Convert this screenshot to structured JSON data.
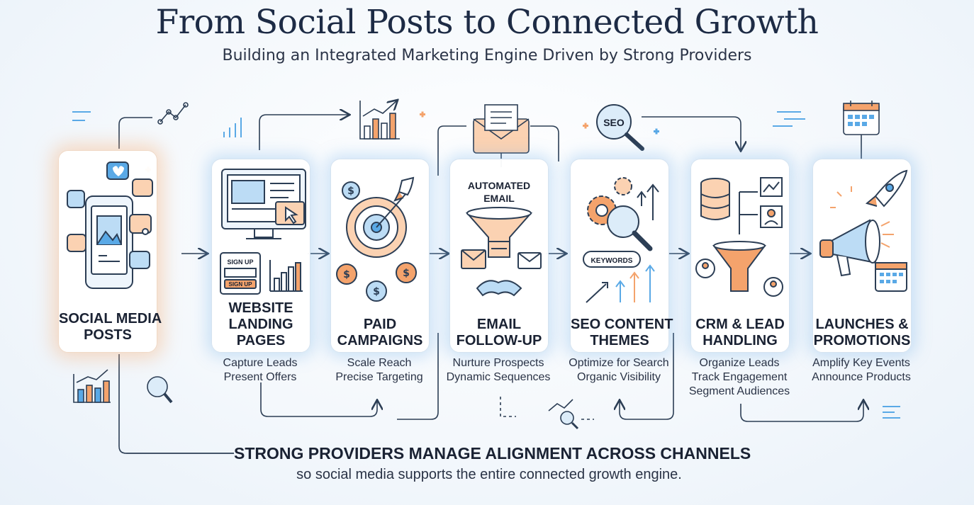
{
  "header": {
    "title": "From Social Posts to Connected Growth",
    "subtitle": "Building an Integrated Marketing Engine Driven by Strong Providers"
  },
  "stages": [
    {
      "title_lines": [
        "SOCIAL MEDIA",
        "POSTS"
      ],
      "desc_lines": []
    },
    {
      "title_lines": [
        "WEBSITE",
        "LANDING",
        "PAGES"
      ],
      "desc_lines": [
        "Capture Leads",
        "Present Offers"
      ]
    },
    {
      "title_lines": [
        "PAID",
        "CAMPAIGNS"
      ],
      "desc_lines": [
        "Scale Reach",
        "Precise Targeting"
      ]
    },
    {
      "title_lines": [
        "EMAIL",
        "FOLLOW-UP"
      ],
      "desc_lines": [
        "Nurture Prospects",
        "Dynamic Sequences"
      ]
    },
    {
      "title_lines": [
        "SEO CONTENT",
        "THEMES"
      ],
      "desc_lines": [
        "Optimize for Search",
        "Organic Visibility"
      ]
    },
    {
      "title_lines": [
        "CRM & LEAD",
        "HANDLING"
      ],
      "desc_lines": [
        "Organize Leads",
        "Track Engagement",
        "Segment Audiences"
      ]
    },
    {
      "title_lines": [
        "LAUNCHES &",
        "PROMOTIONS"
      ],
      "desc_lines": [
        "Amplify Key Events",
        "Announce Products"
      ]
    }
  ],
  "icon_labels": {
    "sign_up_field": "SIGN UP",
    "sign_up_button": "SIGN UP",
    "automated_email": [
      "AUTOMATED",
      "EMAIL"
    ],
    "seo_badge": "SEO",
    "keywords_tag": "KEYWORDS"
  },
  "footer": {
    "title": "STRONG PROVIDERS MANAGE ALIGNMENT ACROSS CHANNELS",
    "subtitle": "so social media supports the entire connected growth engine."
  },
  "colors": {
    "blue_accent": "#5aa9e6",
    "orange_accent": "#f4a36c",
    "ink": "#2c3e55"
  }
}
